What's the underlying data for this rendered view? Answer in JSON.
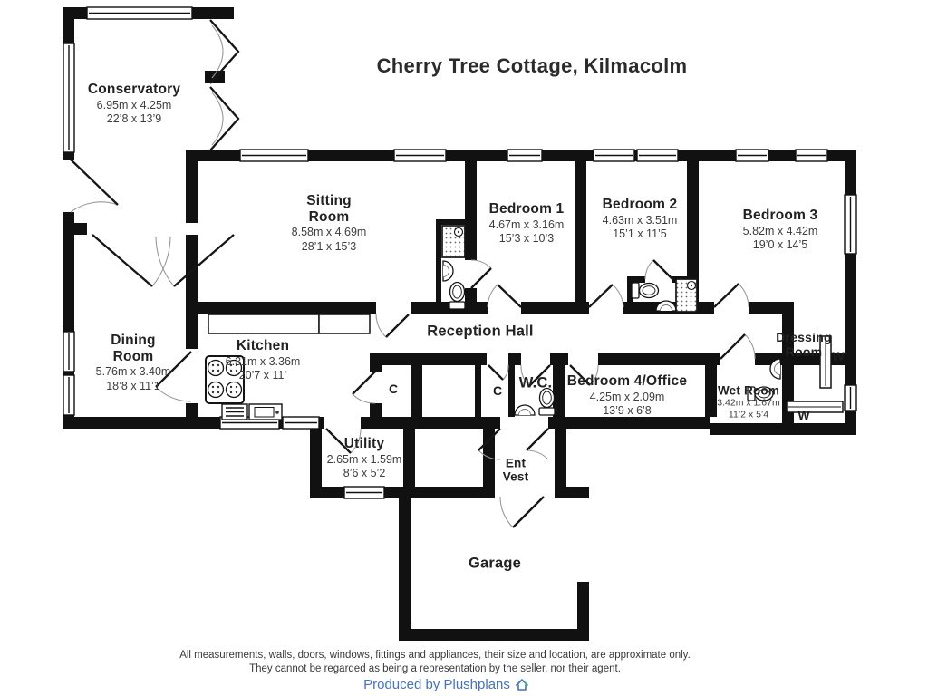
{
  "title": "Cherry Tree Cottage, Kilmacolm",
  "rooms": [
    {
      "name": "Conservatory",
      "dim_m": "6.95m x 4.25m",
      "dim_ft": "22’8 x 13’9"
    },
    {
      "name": "Sitting Room",
      "dim_m": "8.58m x 4.69m",
      "dim_ft": "28’1 x 15’3"
    },
    {
      "name": "Bedroom 1",
      "dim_m": "4.67m x 3.16m",
      "dim_ft": "15’3 x 10’3"
    },
    {
      "name": "Bedroom 2",
      "dim_m": "4.63m x 3.51m",
      "dim_ft": "15’1 x 11’5"
    },
    {
      "name": "Bedroom 3",
      "dim_m": "5.82m x 4.42m",
      "dim_ft": "19’0 x 14’5"
    },
    {
      "name": "Dining Room",
      "dim_m": "5.76m x 3.40m",
      "dim_ft": "18’8 x 11’1"
    },
    {
      "name": "Kitchen",
      "dim_m": "6.31m x 3.36m",
      "dim_ft": "20’7 x 11’"
    },
    {
      "name": "Reception Hall"
    },
    {
      "name": "W.C."
    },
    {
      "name": "Bedroom 4/Office",
      "dim_m": "4.25m x 2.09m",
      "dim_ft": "13’9 x 6’8"
    },
    {
      "name": "Wet Room",
      "dim_m": "3.42m x 1.67m",
      "dim_ft": "11’2 x 5’4"
    },
    {
      "name": "Dressing Room"
    },
    {
      "name": "Utility",
      "dim_m": "2.65m x 1.59m",
      "dim_ft": "8’6 x 5’2"
    },
    {
      "name": "Ent Vest"
    },
    {
      "name": "Garage"
    }
  ],
  "closets": {
    "cupboard_1": "C",
    "cupboard_2": "C",
    "wardrobe_right": "W",
    "wardrobe_bottom": "W"
  },
  "footer": {
    "line1": "All measurements, walls, doors, windows, fittings and appliances, their size and location, are approximate only.",
    "line2": "They cannot be regarded as being a representation by the seller, nor their agent.",
    "credit": "Produced by Plushplans"
  },
  "colors": {
    "wall": "#111111",
    "credit_blue": "#4472c4",
    "logo_teal": "#35a79c",
    "text": "#2b2b2b"
  },
  "icons": {
    "credit_logo": "plushplans-house-icon"
  }
}
